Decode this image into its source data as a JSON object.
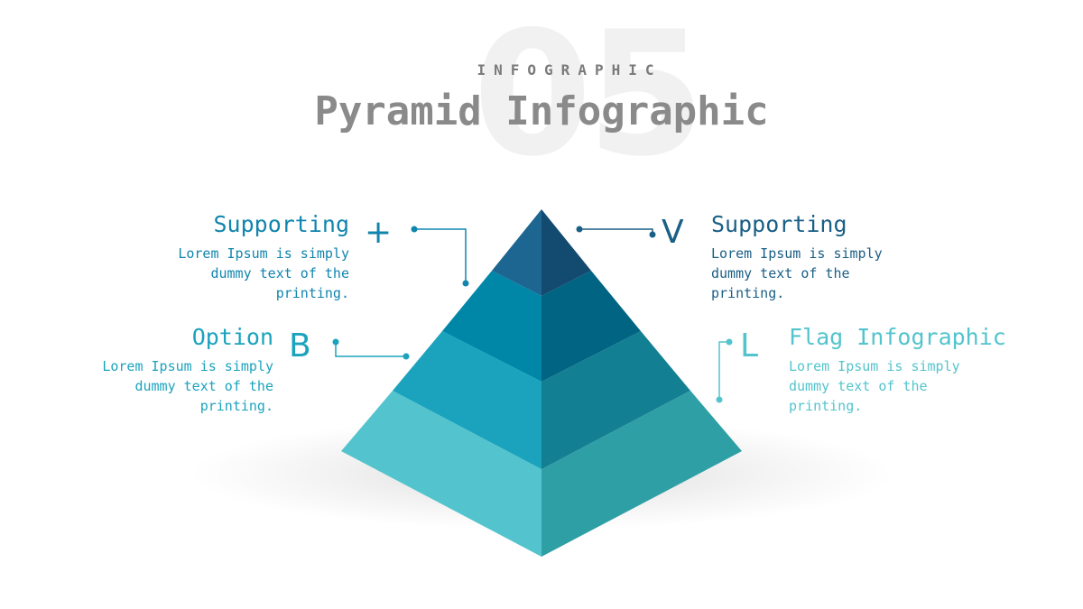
{
  "header": {
    "background_number": "05",
    "eyebrow": "INFOGRAPHIC",
    "title": "Pyramid Infographic"
  },
  "colors": {
    "tier1_left": "#1c6691",
    "tier1_right": "#134a70",
    "tier2_left": "#0087a8",
    "tier2_right": "#006482",
    "tier3_left": "#1ba3be",
    "tier3_right": "#137f92",
    "tier4_left": "#53c4cd",
    "tier4_right": "#2f9fa6"
  },
  "items": [
    {
      "marker": "+",
      "heading": "Supporting",
      "body": [
        "Lorem Ipsum is simply",
        "dummy text of the",
        "printing."
      ],
      "color": "#1185ad"
    },
    {
      "marker": "B",
      "heading": "Option",
      "body": [
        "Lorem Ipsum is simply",
        "dummy text of the",
        "printing."
      ],
      "color": "#1ba3be"
    },
    {
      "marker": "V",
      "heading": "Supporting",
      "body": [
        "Lorem Ipsum is simply",
        "dummy text of the",
        "printing."
      ],
      "color": "#1a5f86"
    },
    {
      "marker": "L",
      "heading": "Flag Infographic",
      "body": [
        "Lorem Ipsum is simply",
        "dummy text of the",
        "printing."
      ],
      "color": "#53c4cd"
    }
  ]
}
